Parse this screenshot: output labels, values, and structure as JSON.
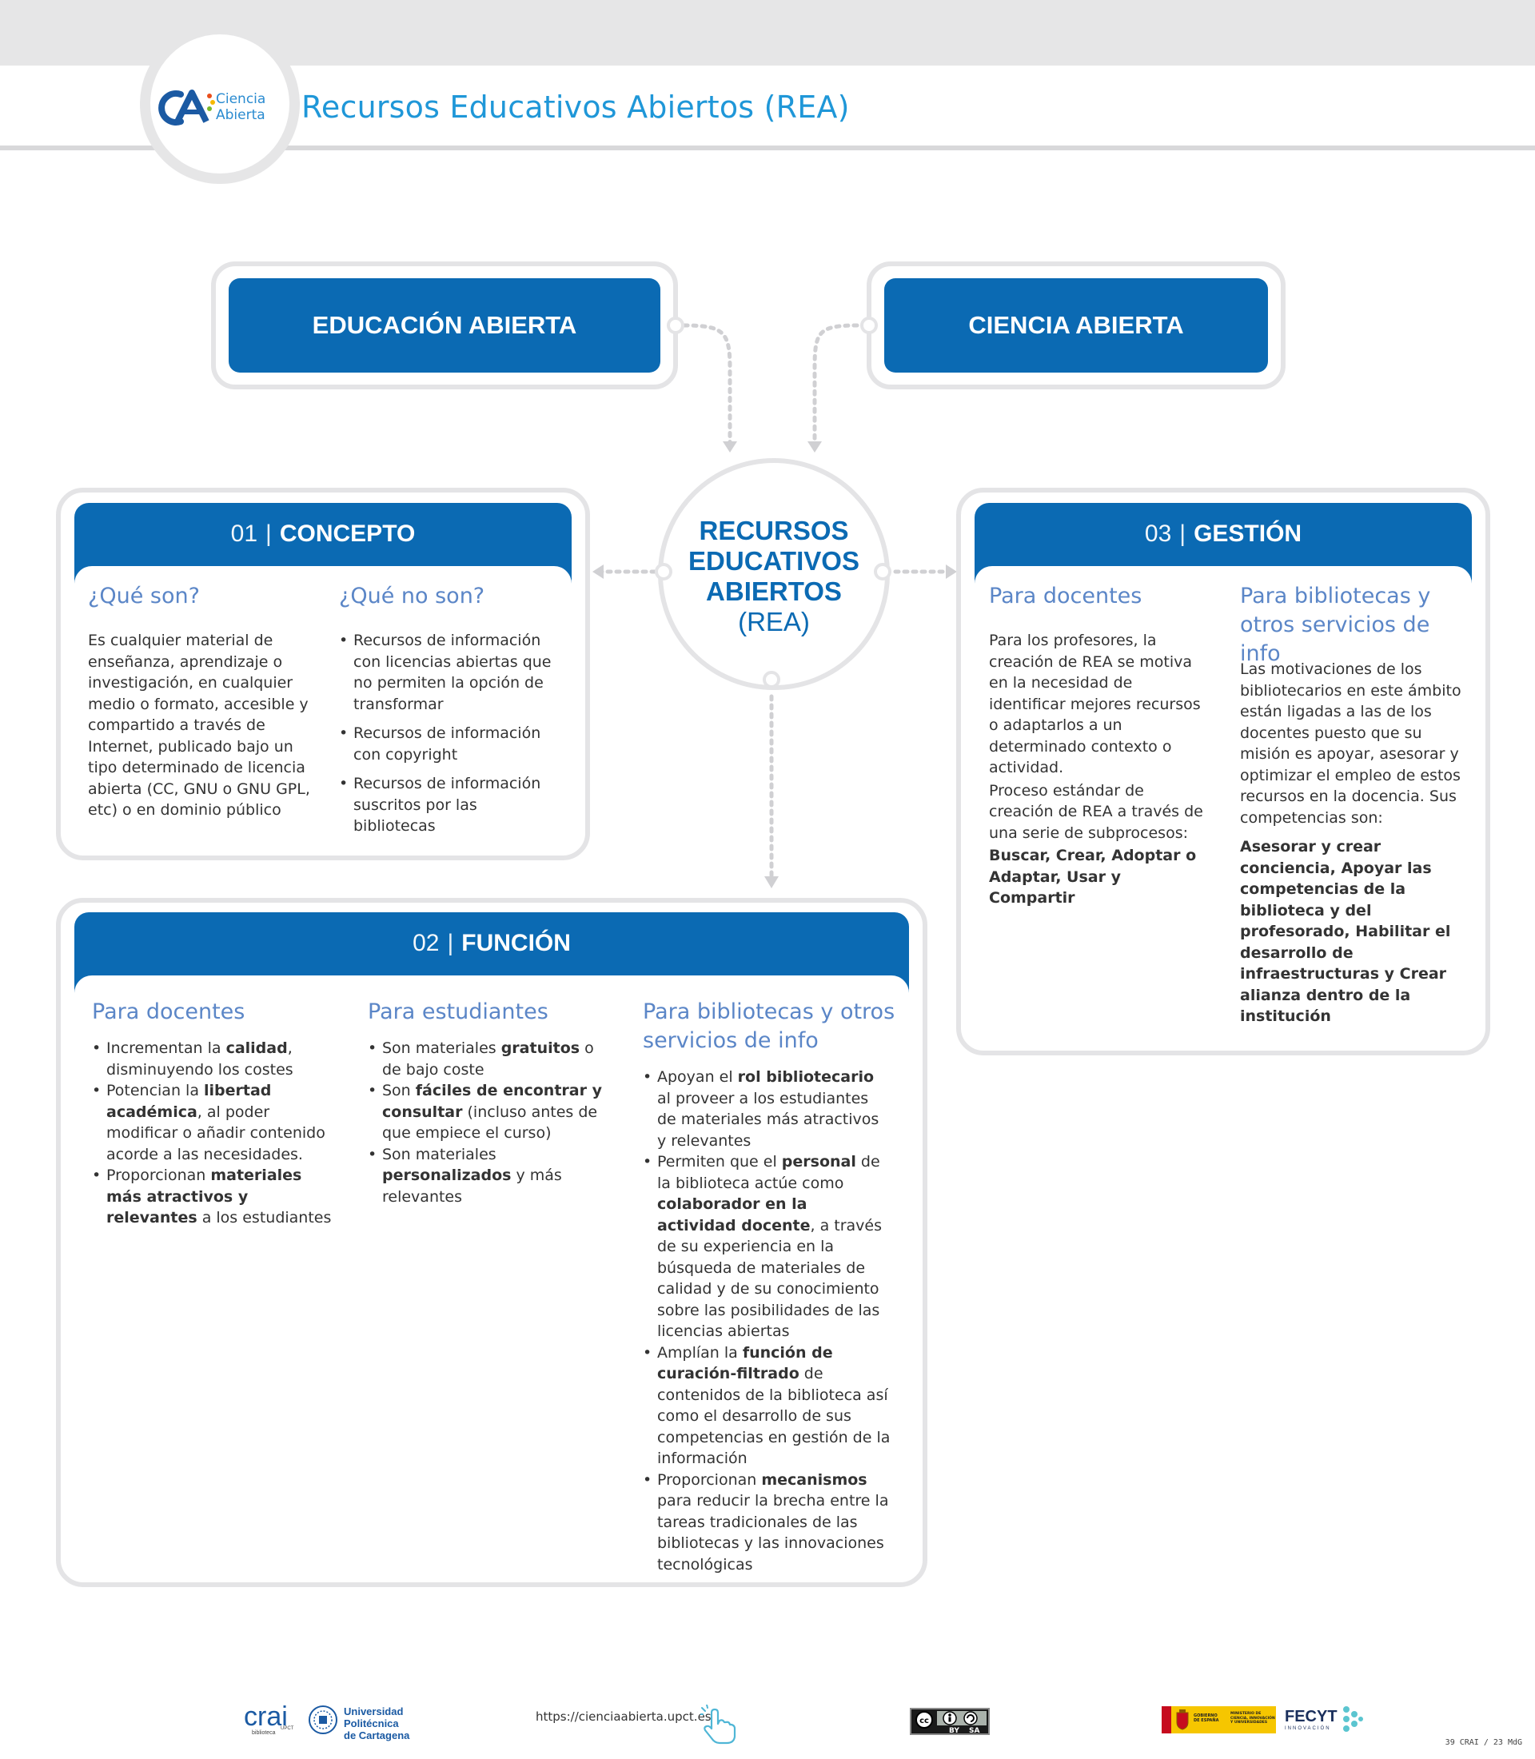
{
  "header": {
    "title": "Recursos Educativos Abiertos (REA)",
    "logo_text": [
      "Ciencia",
      "Abierta"
    ],
    "logo_mark": "CA"
  },
  "top_pills": {
    "left": "EDUCACIÓN ABIERTA",
    "right": "CIENCIA ABIERTA"
  },
  "center": {
    "main_lines": [
      "RECURSOS",
      "EDUCATIVOS",
      "ABIERTOS"
    ],
    "sub": "(REA)"
  },
  "concepto": {
    "number": "01",
    "separator": "|",
    "name": "CONCEPTO",
    "que_son_title": "¿Qué son?",
    "que_son_text": "Es cualquier material de enseñanza, aprendizaje o investigación, en cualquier medio o formato, accesible y compartido a través de Internet, publicado bajo un tipo determinado de licencia abierta (CC, GNU o GNU GPL, etc) o en dominio público",
    "que_no_son_title": "¿Qué no son?",
    "que_no_son_items": [
      "Recursos de información con licencias abiertas que no permiten la opción de transformar",
      "Recursos de información con copyright",
      "Recursos de información suscritos por las bibliotecas"
    ]
  },
  "funcion": {
    "number": "02",
    "separator": "|",
    "name": "FUNCIÓN",
    "docentes_title": "Para docentes",
    "docentes_items": [
      [
        {
          "t": "Incrementan la "
        },
        {
          "t": "calidad",
          "b": true
        },
        {
          "t": ", disminuyendo los costes"
        }
      ],
      [
        {
          "t": "Potencian la "
        },
        {
          "t": "libertad académica",
          "b": true
        },
        {
          "t": ", al poder modificar o añadir contenido acorde a las necesidades."
        }
      ],
      [
        {
          "t": "Proporcionan "
        },
        {
          "t": "materiales más atractivos y relevantes",
          "b": true
        },
        {
          "t": " a los estudiantes"
        }
      ]
    ],
    "estudiantes_title": "Para estudiantes",
    "estudiantes_items": [
      [
        {
          "t": "Son materiales "
        },
        {
          "t": "gratuitos",
          "b": true
        },
        {
          "t": " o de bajo coste"
        }
      ],
      [
        {
          "t": "Son "
        },
        {
          "t": "fáciles de encontrar y consultar",
          "b": true
        },
        {
          "t": " (incluso antes de que empiece el curso)"
        }
      ],
      [
        {
          "t": "Son materiales "
        },
        {
          "t": "personalizados",
          "b": true
        },
        {
          "t": " y más relevantes"
        }
      ]
    ],
    "bibliotecas_title": "Para bibliotecas y otros servicios de info",
    "bibliotecas_items": [
      [
        {
          "t": "Apoyan el "
        },
        {
          "t": "rol bibliotecario",
          "b": true
        },
        {
          "t": " al proveer a los estudiantes de materiales más atractivos y relevantes"
        }
      ],
      [
        {
          "t": "Permiten que el "
        },
        {
          "t": "personal",
          "b": true
        },
        {
          "t": " de la biblioteca actúe como "
        },
        {
          "t": "colaborador en la actividad docente",
          "b": true
        },
        {
          "t": ", a través de su experiencia en la búsqueda de materiales de calidad y de su conocimiento sobre las posibilidades de las licencias abiertas"
        }
      ],
      [
        {
          "t": "Amplían la "
        },
        {
          "t": "función de curación-filtrado",
          "b": true
        },
        {
          "t": " de contenidos de la biblioteca así como el desarrollo de sus competencias en gestión de la información"
        }
      ],
      [
        {
          "t": "Proporcionan "
        },
        {
          "t": "mecanismos",
          "b": true
        },
        {
          "t": " para reducir la brecha entre la tareas tradicionales de las bibliotecas y las innovaciones tecnológicas"
        }
      ]
    ]
  },
  "gestion": {
    "number": "03",
    "separator": "|",
    "name": "GESTIÓN",
    "docentes_title": "Para docentes",
    "docentes_p1": "Para los profesores, la creación de REA se motiva en la necesidad de identificar mejores recursos o adaptarlos a un determinado contexto o actividad.",
    "docentes_p2": "Proceso estándar de creación de REA a través de una serie de subprocesos:",
    "docentes_p3": "Buscar, Crear, Adoptar o Adaptar, Usar y Compartir",
    "bibliotecas_title": "Para bibliotecas y otros servicios de info",
    "bibliotecas_p1": "Las motivaciones de los bibliotecarios en este ámbito están ligadas a las de los docentes puesto que su misión es apoyar, asesorar y optimizar el empleo de estos recursos en la docencia. Sus competencias son:",
    "bibliotecas_p2": "Asesorar y crear conciencia, Apoyar las competencias de la biblioteca y del profesorado, Habilitar el desarrollo de infraestructuras y Crear alianza dentro de la institución"
  },
  "footer": {
    "crai_text": "crai",
    "crai_sub": "biblioteca",
    "crai_tag": "UPCT",
    "upct_lines": [
      "Universidad",
      "Politécnica",
      "de Cartagena"
    ],
    "url": "https://cienciaabierta.upct.es",
    "cc_labels": [
      "BY",
      "SA"
    ],
    "gov_text": "GOBIERNO DE ESPAÑA",
    "ministry_text": "MINISTERIO DE CIENCIA, INNOVACIÓN Y UNIVERSIDADES",
    "fecyt": "FECYT",
    "fecyt_sub": "INNOVACIÓN",
    "credit": "39 CRAI / 23 MdG"
  },
  "colors": {
    "brand_blue": "#0b6ab3",
    "title_blue": "#1f97d8",
    "subtitle_blue": "#5b86c7",
    "frame_gray": "#e4e4e6"
  },
  "icons": [
    "ciencia-abierta-logo-icon",
    "upct-seal-icon",
    "pointer-hand-icon",
    "cc-by-sa-icon",
    "spain-coat-of-arms-icon",
    "fecyt-dots-icon"
  ]
}
